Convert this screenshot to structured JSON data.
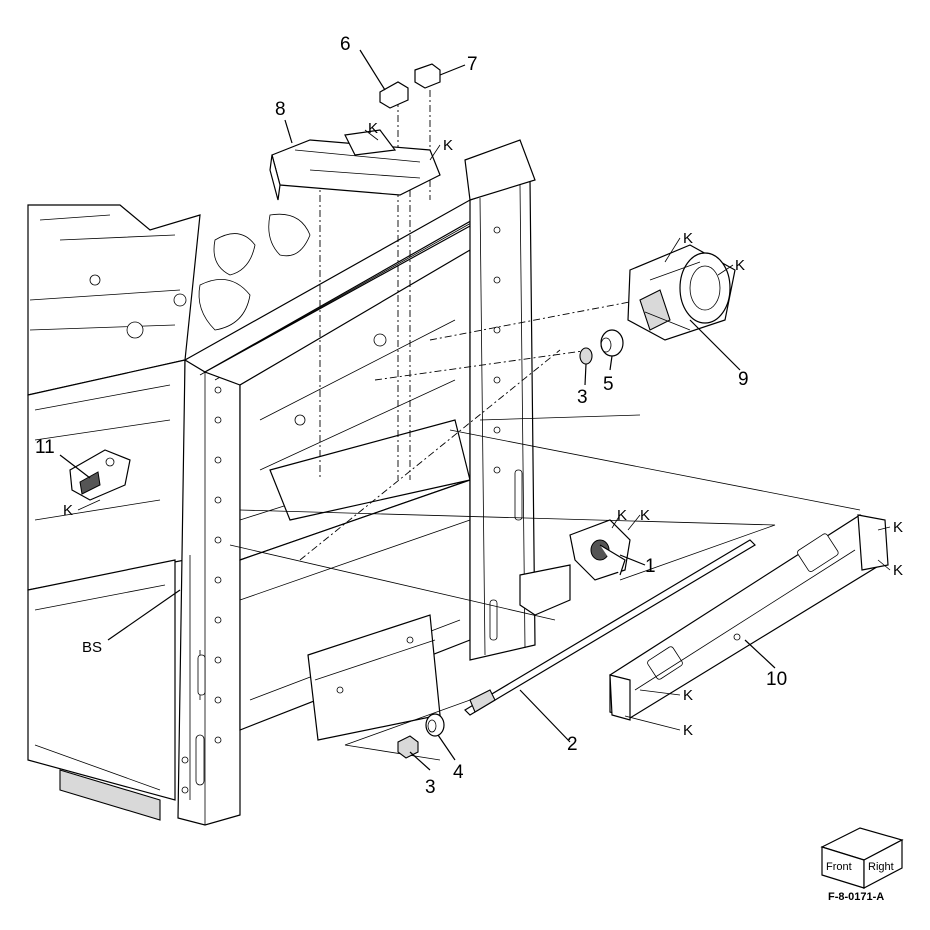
{
  "diagram": {
    "callouts": {
      "c1": "1",
      "c2": "2",
      "c3a": "3",
      "c3b": "3",
      "c4": "4",
      "c5": "5",
      "c6": "6",
      "c7": "7",
      "c8": "8",
      "c9": "9",
      "c10": "10",
      "c11": "11",
      "bs": "BS"
    },
    "k_label": "K",
    "orientation_cube": {
      "front": "Front",
      "right": "Right"
    },
    "figure_id": "F-8-0171-A"
  }
}
